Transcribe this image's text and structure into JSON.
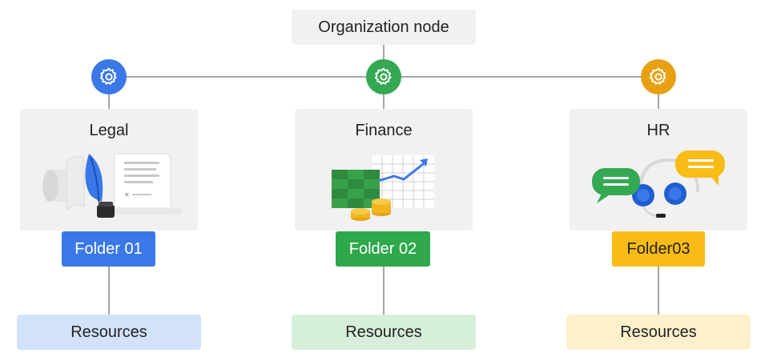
{
  "organization": {
    "label": "Organization node"
  },
  "colors": {
    "blue": "#3b78e7",
    "green": "#34a853",
    "orange": "#e8a013",
    "folder_blue": "#3b78e7",
    "folder_green": "#2ea84a",
    "folder_yellow": "#f9bb16",
    "resources_blue": "#d3e2fb",
    "resources_green": "#d6efdb",
    "resources_yellow": "#fdf1cc",
    "connector": "#a6a6a6"
  },
  "departments": [
    {
      "title": "Legal",
      "folder": "Folder 01",
      "resources": "Resources",
      "illustration": "legal-document-quill-icon"
    },
    {
      "title": "Finance",
      "folder": "Folder 02",
      "resources": "Resources",
      "illustration": "finance-chart-money-icon"
    },
    {
      "title": "HR",
      "folder": "Folder03",
      "resources": "Resources",
      "illustration": "hr-headset-chat-icon"
    }
  ]
}
